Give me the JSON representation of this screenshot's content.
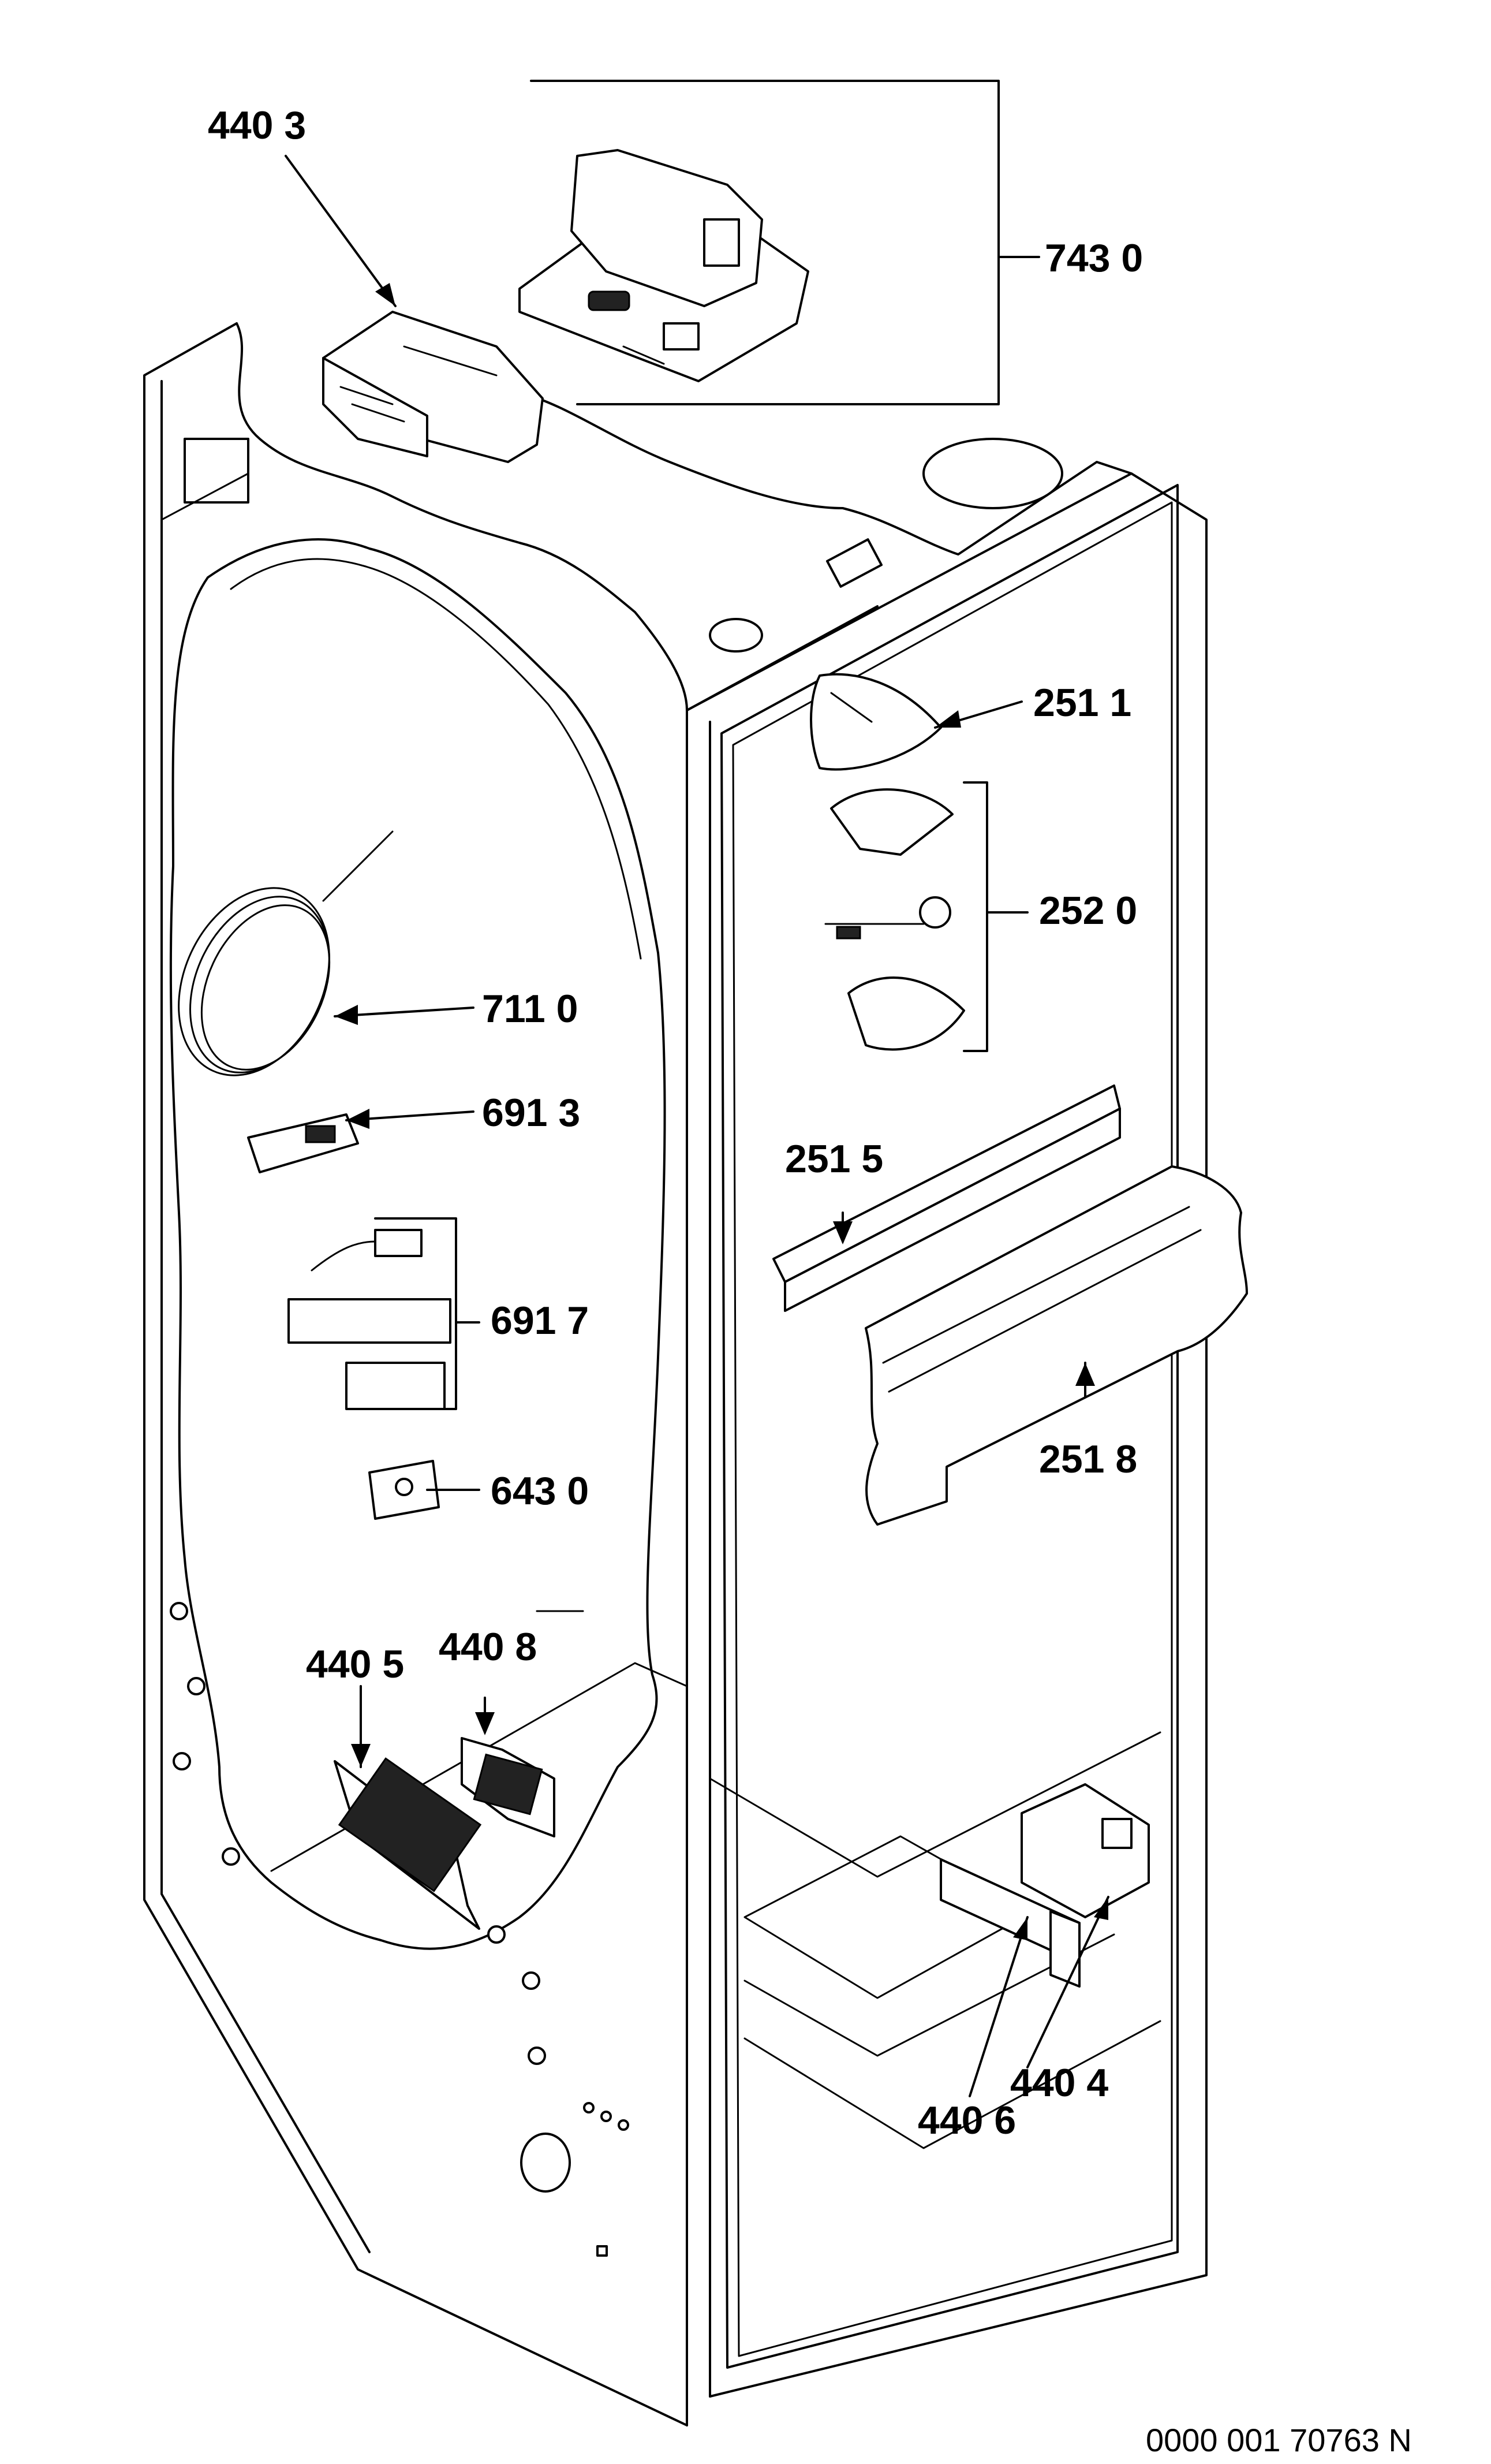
{
  "callouts": [
    {
      "id": "c-4403",
      "text": "440 3"
    },
    {
      "id": "c-7430",
      "text": "743 0"
    },
    {
      "id": "c-2511",
      "text": "251 1"
    },
    {
      "id": "c-2520",
      "text": "252 0"
    },
    {
      "id": "c-7110",
      "text": "711 0"
    },
    {
      "id": "c-6913",
      "text": "691 3"
    },
    {
      "id": "c-2515",
      "text": "251 5"
    },
    {
      "id": "c-6917",
      "text": "691 7"
    },
    {
      "id": "c-2518",
      "text": "251 8"
    },
    {
      "id": "c-6430",
      "text": "643 0"
    },
    {
      "id": "c-4408",
      "text": "440 8"
    },
    {
      "id": "c-4405",
      "text": "440 5"
    },
    {
      "id": "c-4404",
      "text": "440 4"
    },
    {
      "id": "c-4406",
      "text": "440 6"
    }
  ],
  "footer": {
    "code": "0000 001 70763 N"
  }
}
